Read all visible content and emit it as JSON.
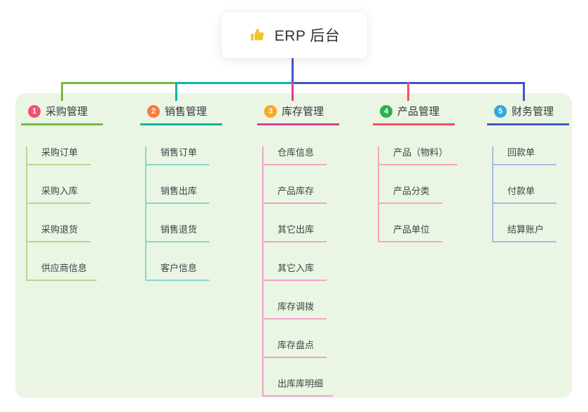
{
  "root": {
    "title": "ERP 后台",
    "icon": "thumbs-up"
  },
  "colors": {
    "canvas_bg": "#ffffff",
    "panel_bg": "#eaf6e3",
    "root_connector": "#4156c8",
    "thumb_yellow": "#f3c230",
    "title_text": "#34373c",
    "child_text": "#3e4246"
  },
  "branches": [
    {
      "index": "1",
      "title": "采购管理",
      "badge_color": "#f4516c",
      "line_color": "#76b93f",
      "light_color": "#b2d893",
      "children": [
        "采购订单",
        "采购入库",
        "采购退货",
        "供应商信息"
      ]
    },
    {
      "index": "2",
      "title": "销售管理",
      "badge_color": "#f87c44",
      "line_color": "#0fb3a5",
      "light_color": "#86d8ce",
      "children": [
        "销售订单",
        "销售出库",
        "销售退货",
        "客户信息"
      ]
    },
    {
      "index": "3",
      "title": "库存管理",
      "badge_color": "#f7a722",
      "line_color": "#d93d9b",
      "light_color": "#f0a2ca",
      "children": [
        "仓库信息",
        "产品库存",
        "其它出库",
        "其它入库",
        "库存调拨",
        "库存盘点",
        "出库库明细"
      ]
    },
    {
      "index": "4",
      "title": "产品管理",
      "badge_color": "#2db04e",
      "line_color": "#f4516c",
      "light_color": "#f8a7b3",
      "children": [
        "产品（物料）",
        "产品分类",
        "产品单位"
      ]
    },
    {
      "index": "5",
      "title": "财务管理",
      "badge_color": "#34a7de",
      "line_color": "#4156c8",
      "light_color": "#a9bbe5",
      "children": [
        "回款单",
        "付款单",
        "结算账户"
      ]
    }
  ]
}
